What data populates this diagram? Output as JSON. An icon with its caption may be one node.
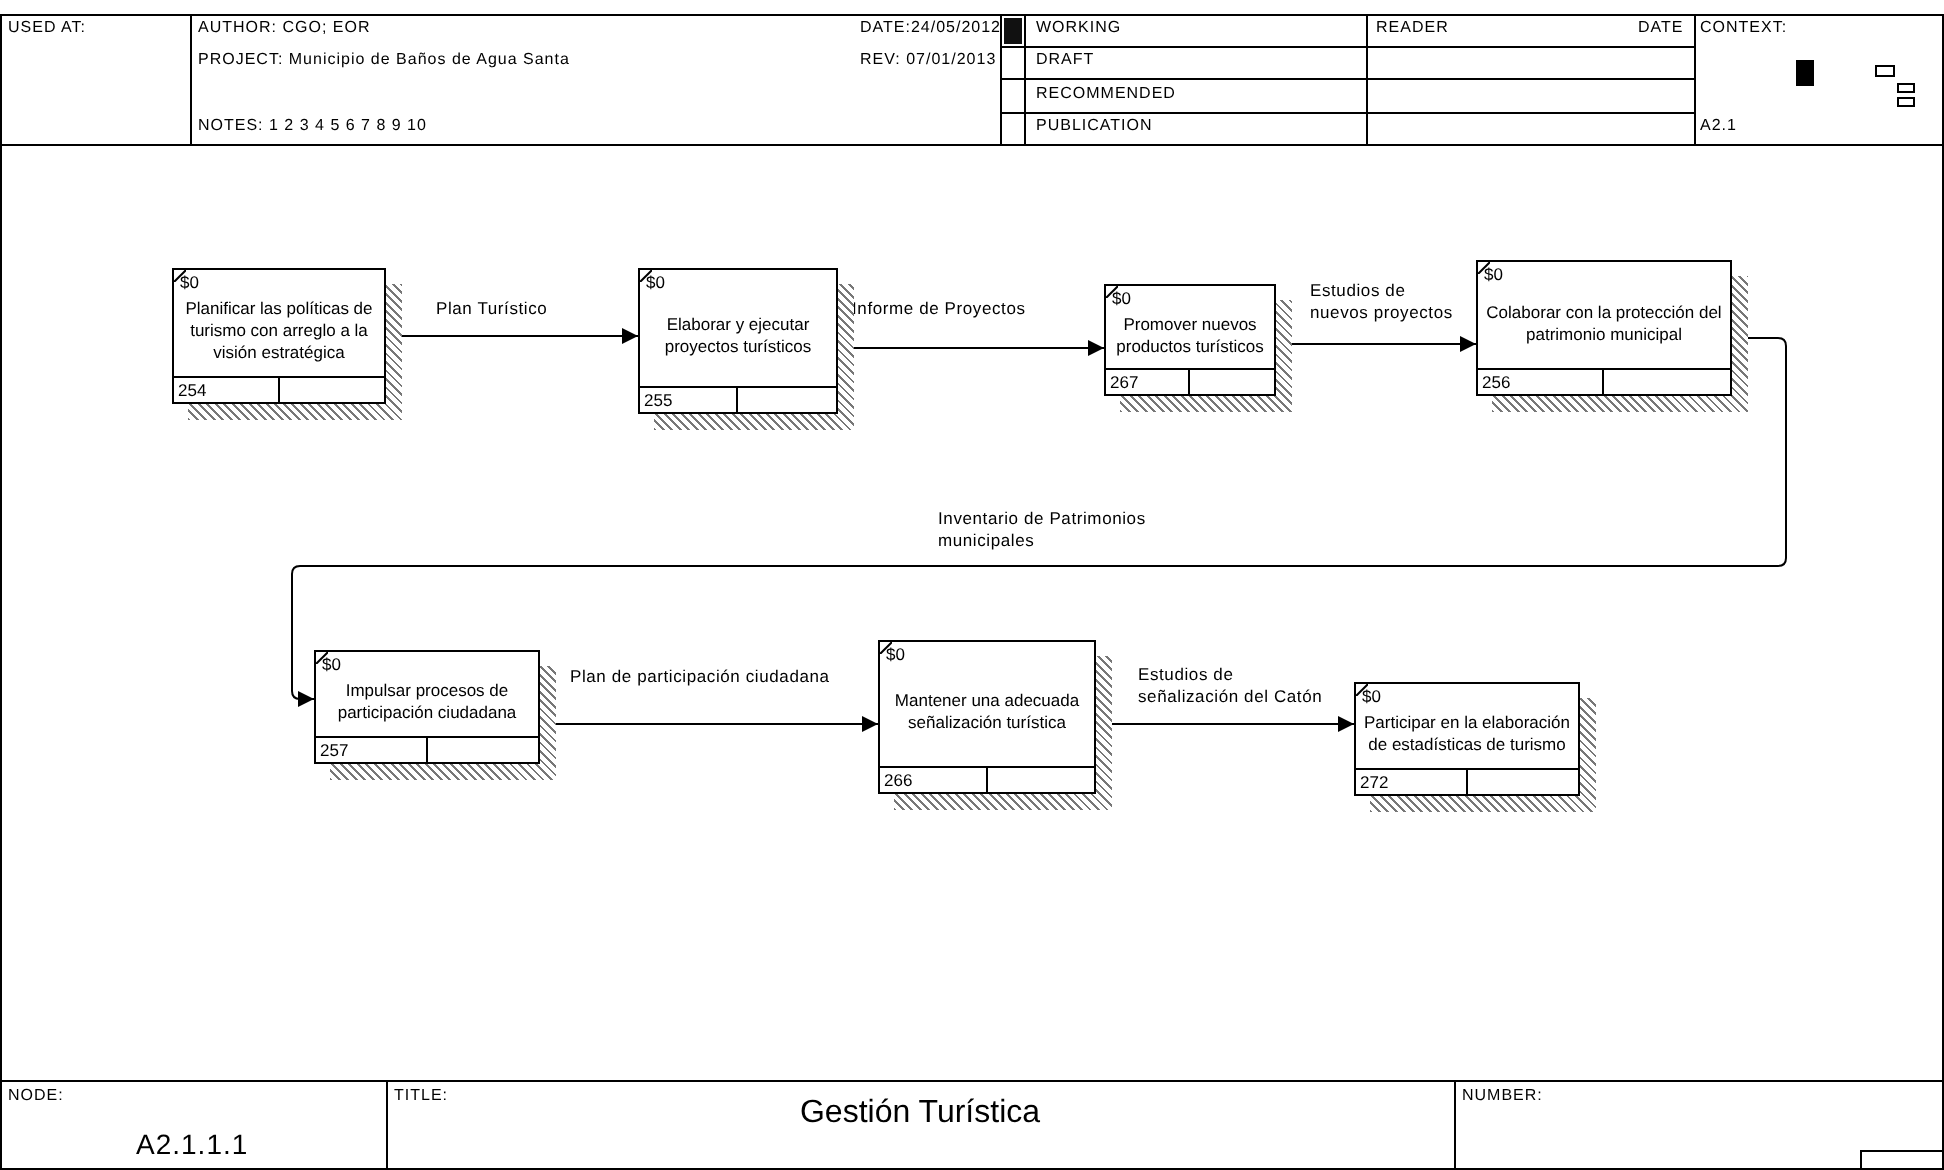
{
  "diagram": {
    "title": "Gestión Turística",
    "nodes": [
      {
        "text": [
          "$0",
          "Planificar las políticas de turismo con arreglo a la visión estratégica",
          "254"
        ]
      },
      {
        "text": [
          "$0",
          "Elaborar y ejecutar proyectos turísticos",
          "255"
        ]
      },
      {
        "text": [
          "$0",
          "Promover nuevos productos turísticos",
          "267"
        ]
      },
      {
        "text": [
          "$0",
          "Colaborar con la protección del patrimonio municipal",
          "256"
        ]
      },
      {
        "text": [
          "$0",
          "Impulsar procesos de participación ciudadana",
          "257"
        ]
      },
      {
        "text": [
          "$0",
          "Mantener una adecuada señalización turística",
          "266"
        ]
      },
      {
        "text": [
          "$0",
          "Participar en la elaboración de estadísticas de turismo",
          "272"
        ]
      }
    ],
    "edges": [
      {
        "from": 0,
        "to": 1,
        "arrow": "to",
        "label": "Plan Turístico"
      },
      {
        "from": 1,
        "to": 2,
        "arrow": "to",
        "label": "Informe de Proyectos"
      },
      {
        "from": 2,
        "to": 3,
        "arrow": "to",
        "label": "Estudios de nuevos proyectos"
      },
      {
        "from": 3,
        "to": 4,
        "arrow": "to",
        "label": "Inventario de Patrimonios municipales"
      },
      {
        "from": 4,
        "to": 5,
        "arrow": "to",
        "label": "Plan de participación ciudadana"
      },
      {
        "from": 5,
        "to": 6,
        "arrow": "to",
        "label": "Estudios de señalización del Catón"
      }
    ],
    "labels": [
      "USED AT:",
      "AUTHOR: CGO; EOR",
      "PROJECT: Municipio de Baños de Agua Santa",
      "NOTES: 1 2 3 4 5 6 7 8 9 10",
      "DATE:24/05/2012",
      "REV: 07/01/2013",
      "WORKING",
      "DRAFT",
      "RECOMMENDED",
      "PUBLICATION",
      "READER",
      "DATE",
      "CONTEXT:",
      "A2.1",
      "NODE:",
      "A2.1.1.1",
      "TITLE:",
      "NUMBER:"
    ]
  }
}
